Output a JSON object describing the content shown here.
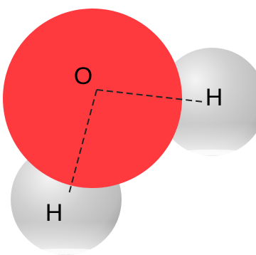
{
  "atoms": [
    {
      "id": "oxygen",
      "label": "O",
      "element": "oxygen",
      "color": "#ff3a3f"
    },
    {
      "id": "hydrogen-right",
      "label": "H",
      "element": "hydrogen",
      "color": "#c8c8c8"
    },
    {
      "id": "hydrogen-bottom",
      "label": "H",
      "element": "hydrogen",
      "color": "#c8c8c8"
    }
  ],
  "bonds": [
    {
      "from": "oxygen",
      "to": "hydrogen-right",
      "style": "dashed",
      "color": "#222222"
    },
    {
      "from": "oxygen",
      "to": "hydrogen-bottom",
      "style": "dashed",
      "color": "#222222"
    }
  ],
  "colors": {
    "background": "#ffffff",
    "oxygen": "#ff3a3f",
    "hydrogen": "#c8c8c8",
    "label": "#000000",
    "bond": "#222222"
  }
}
